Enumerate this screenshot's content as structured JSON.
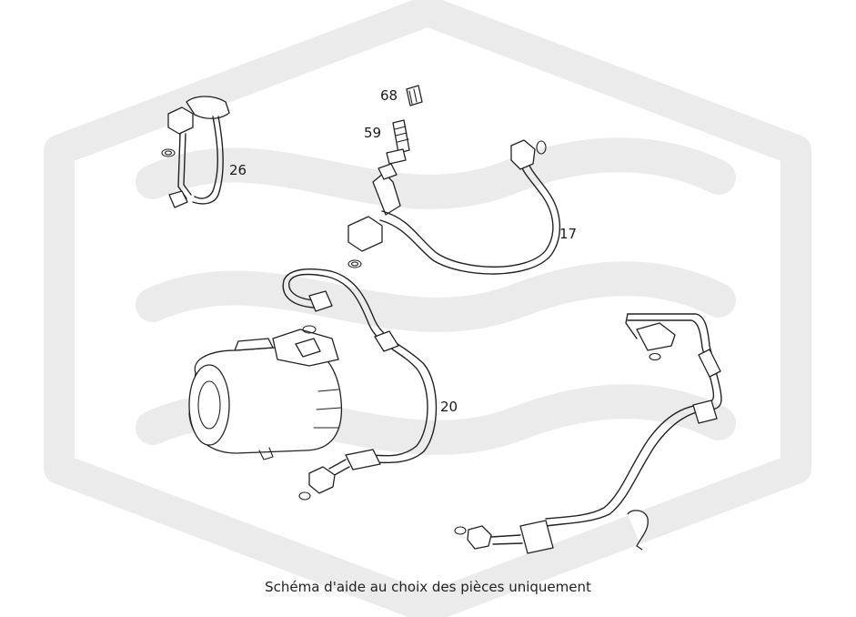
{
  "colors": {
    "watermark": "#ebebeb",
    "ink": "#222222",
    "background": "#ffffff"
  },
  "callouts": {
    "p26": "26",
    "p68": "68",
    "p59": "59",
    "p17": "17",
    "p20": "20"
  },
  "caption": "Schéma d'aide au choix des pièces uniquement"
}
